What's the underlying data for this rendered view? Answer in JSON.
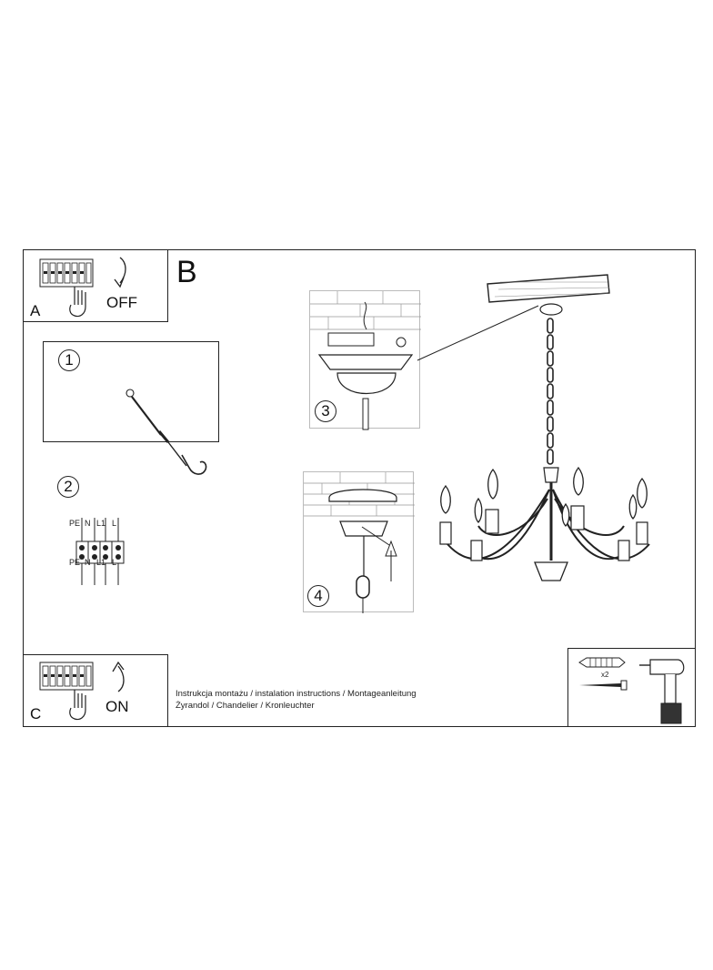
{
  "sections": {
    "a": {
      "letter": "A",
      "state": "OFF"
    },
    "b": {
      "letter": "B"
    },
    "c": {
      "letter": "C",
      "state": "ON"
    }
  },
  "steps": {
    "s1": "1",
    "s2": "2",
    "s3": "3",
    "s4": "4"
  },
  "terminals": {
    "top_labels": [
      "PE",
      "N",
      "L1",
      "L"
    ],
    "bottom_labels": [
      "PE",
      "N",
      "L1",
      "L"
    ]
  },
  "tools": {
    "screw_count": "x2"
  },
  "caption": {
    "line1": "Instrukcja montażu / instalation instructions / Montageanleitung",
    "line2": "Żyrandol / Chandelier / Kronleuchter"
  },
  "icons": [
    "breaker-box-icon",
    "hand-icon",
    "arrow-down-icon",
    "arrow-up-icon",
    "hook-icon",
    "terminal-block-icon",
    "ceiling-canopy-icon",
    "chandelier-icon",
    "drill-icon",
    "wall-plug-icon",
    "screw-icon"
  ]
}
